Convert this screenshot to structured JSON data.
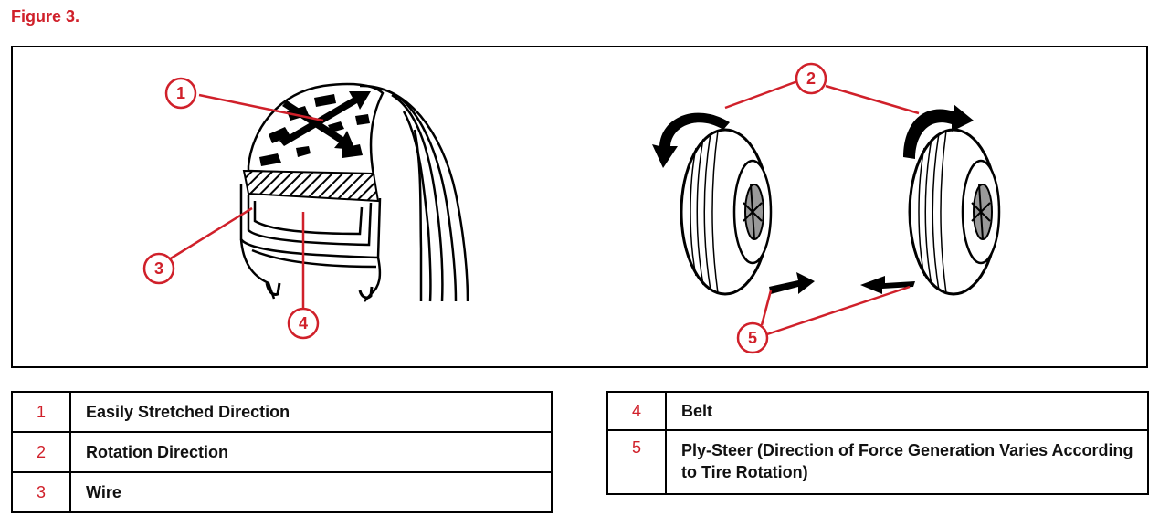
{
  "figure": {
    "title": "Figure 3."
  },
  "callouts": [
    "1",
    "2",
    "3",
    "4",
    "5"
  ],
  "legend_left": [
    {
      "num": "1",
      "label": "Easily Stretched Direction"
    },
    {
      "num": "2",
      "label": "Rotation Direction"
    },
    {
      "num": "3",
      "label": "Wire"
    }
  ],
  "legend_right": [
    {
      "num": "4",
      "label": "Belt"
    },
    {
      "num": "5",
      "label": "Ply-Steer (Direction of Force Generation Varies According to Tire Rotation)"
    }
  ],
  "colors": {
    "accent": "#d0202a",
    "line": "#000000"
  }
}
